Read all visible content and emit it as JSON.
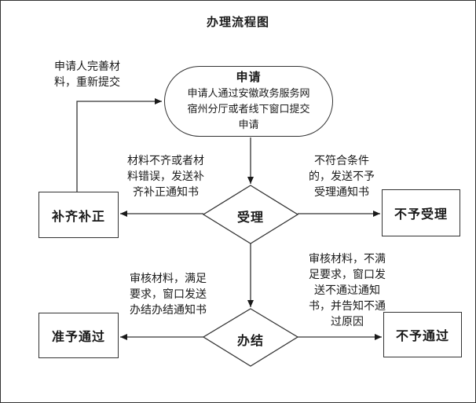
{
  "page": {
    "title": "办理流程图"
  },
  "flowchart": {
    "nodes": {
      "apply": {
        "type": "terminator",
        "title": "申请",
        "body": "申请人通过安徽政务服务网\n宿州分厅或者线下窗口提交\n申请"
      },
      "accept": {
        "type": "decision",
        "label": "受理"
      },
      "supplement": {
        "type": "process",
        "label": "补齐补正"
      },
      "reject_accept": {
        "type": "process",
        "label": "不予受理"
      },
      "finish": {
        "type": "decision",
        "label": "办结"
      },
      "approve": {
        "type": "process",
        "label": "准予通过"
      },
      "reject_pass": {
        "type": "process",
        "label": "不予通过"
      }
    },
    "edge_labels": {
      "resubmit": "申请人完善材\n料，重新提交",
      "incomplete": "材料不齐或者材\n料错误，发送补\n齐补正通知书",
      "not_qualified": "不符合条件\n的，发送不予\n受理通知书",
      "pass": "审核材料，满足\n要求，窗口发送\n办结办结通知书",
      "fail": "审核材料，不满\n足要求，窗口发\n送不通过通知\n书，并告知不通\n过原因"
    },
    "colors": {
      "line": "#333333",
      "text": "#1a1a1a",
      "background": "#ffffff"
    }
  }
}
